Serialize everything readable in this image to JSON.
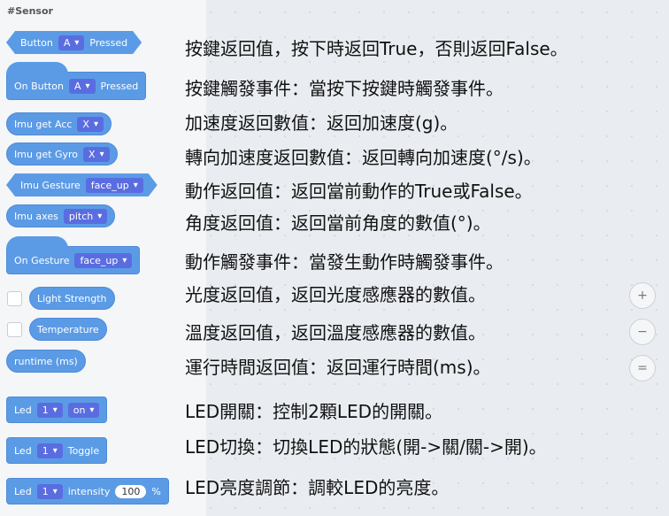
{
  "category": "#Sensor",
  "blocks": {
    "button": {
      "label": "Button",
      "key": "A",
      "state": "Pressed"
    },
    "on_button": {
      "label": "On Button",
      "key": "A",
      "state": "Pressed"
    },
    "acc": {
      "label": "Imu get Acc",
      "axis": "X"
    },
    "gyro": {
      "label": "Imu get Gyro",
      "axis": "X"
    },
    "gesture": {
      "label": "Imu Gesture",
      "value": "face_up"
    },
    "axes": {
      "label": "Imu axes",
      "value": "pitch"
    },
    "on_gesture": {
      "label": "On Gesture",
      "value": "face_up"
    },
    "light": {
      "label": "Light Strength"
    },
    "temp": {
      "label": "Temperature"
    },
    "runtime": {
      "label": "runtime (ms)"
    },
    "led_on": {
      "label": "Led",
      "num": "1",
      "state": "on"
    },
    "led_toggle": {
      "label": "Led",
      "num": "1",
      "action": "Toggle"
    },
    "led_int": {
      "label": "Led",
      "num": "1",
      "text": "intensity",
      "value": "100",
      "unit": "%"
    }
  },
  "notes": [
    "按鍵返回值，按下時返回True，否則返回False。",
    "按鍵觸發事件：當按下按鍵時觸發事件。",
    "加速度返回數值：返回加速度(g)。",
    "轉向加速度返回數值：返回轉向加速度(°/s)。",
    "動作返回值：返回當前動作的True或False。",
    "角度返回值：返回當前角度的數值(°)。",
    "動作觸發事件：當發生動作時觸發事件。",
    "光度返回值，返回光度感應器的數值。",
    "溫度返回值，返回溫度感應器的數值。",
    "運行時間返回值：返回運行時間(ms)。",
    "LED開關：控制2顆LED的開關。",
    "LED切換：切換LED的狀態(開->關/關->開)。",
    "LED亮度調節：調較LED的亮度。"
  ],
  "zoom": {
    "in": "+",
    "out": "−",
    "reset": "="
  }
}
